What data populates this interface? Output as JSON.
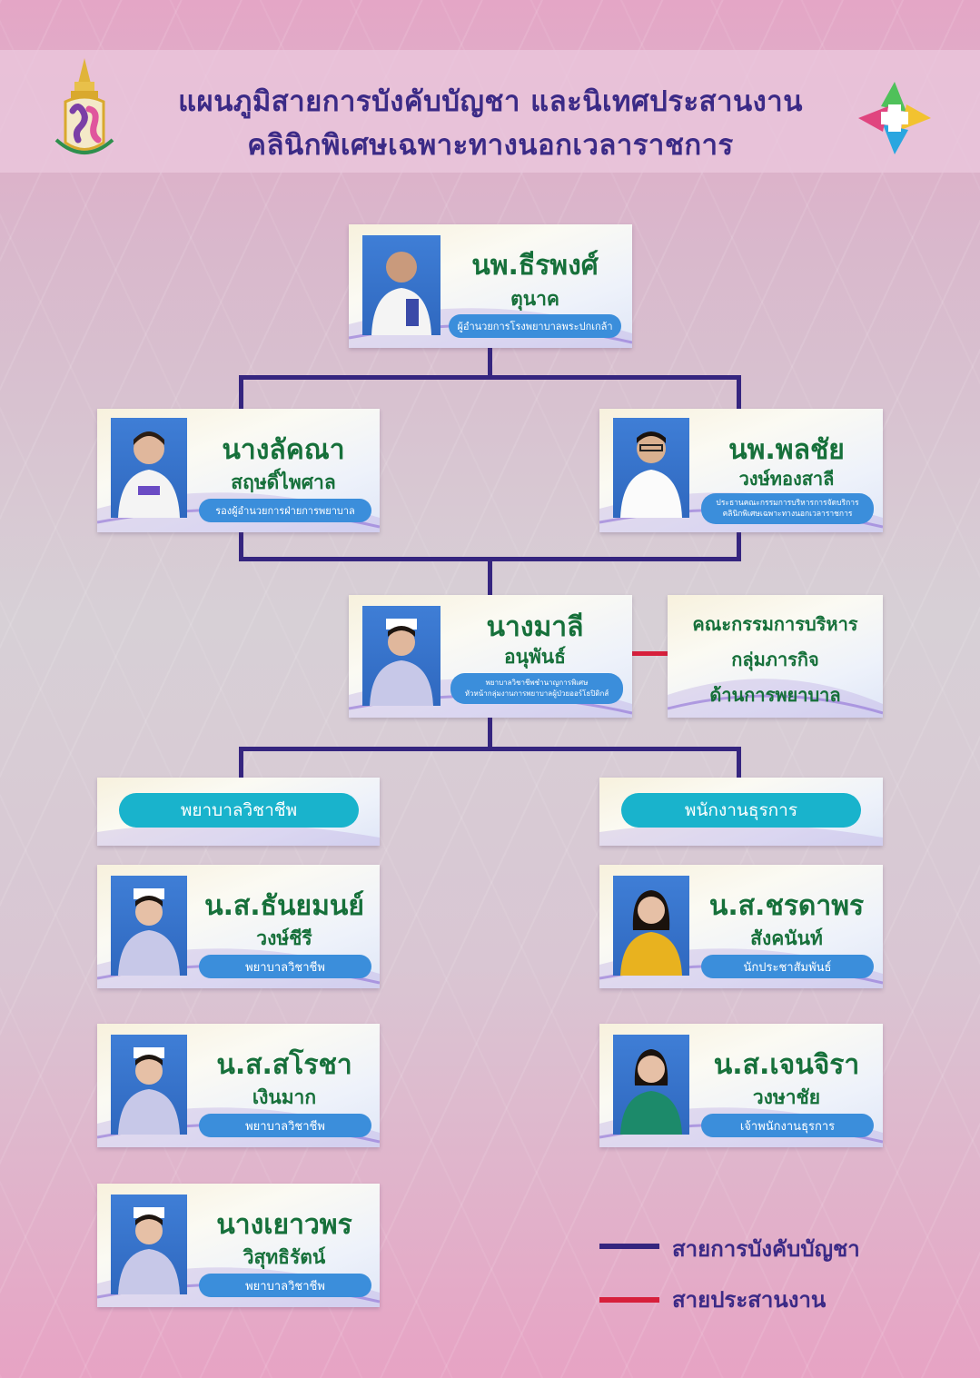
{
  "header": {
    "title_line1": "แผนภูมิสายการบังคับบัญชา และนิเทศประสานงาน",
    "title_line2": "คลินิกพิเศษเฉพาะทางนอกเวลาราชการ"
  },
  "director": {
    "first": "นพ.ธีรพงศ์",
    "last": "ตุนาค",
    "role": "ผู้อำนวยการโรงพยาบาลพระปกเกล้า"
  },
  "deputy_nursing": {
    "first": "นางลัคณา",
    "last": "สฤษดิ์ไพศาล",
    "role": "รองผู้อำนวยการฝ่ายการพยาบาล"
  },
  "committee_chair": {
    "first": "นพ.พลชัย",
    "last": "วงษ์ทองสาลี",
    "role_line1": "ประธานคณะกรรมการบริหารการจัดบริการ",
    "role_line2": "คลินิกพิเศษเฉพาะทางนอกเวลาราชการ"
  },
  "head_nurse": {
    "first": "นางมาลี",
    "last": "อนุพันธ์",
    "role_line1": "พยาบาลวิชาชีพชำนาญการพิเศษ",
    "role_line2": "หัวหน้ากลุ่มงานการพยาบาลผู้ป่วยออร์โธปิดิกส์"
  },
  "committee_box": {
    "line1": "คณะกรรมการบริหาร",
    "line2": "กลุ่มภารกิจ",
    "line3": "ด้านการพยาบาล"
  },
  "sections": {
    "nurses": "พยาบาลวิชาชีพ",
    "staff": "พนักงานธุรการ"
  },
  "nurses": [
    {
      "first": "น.ส.ธันยมนย์",
      "last": "วงษ์ชีรี",
      "role": "พยาบาลวิชาชีพ"
    },
    {
      "first": "น.ส.สโรชา",
      "last": "เงินมาก",
      "role": "พยาบาลวิชาชีพ"
    },
    {
      "first": "นางเยาวพร",
      "last": "วิสุทธิรัตน์",
      "role": "พยาบาลวิชาชีพ"
    }
  ],
  "staff": [
    {
      "first": "น.ส.ชรดาพร",
      "last": "สังคนันท์",
      "role": "นักประชาสัมพันธ์"
    },
    {
      "first": "น.ส.เจนจิรา",
      "last": "วงษาชัย",
      "role": "เจ้าพนักงานธุรการ"
    }
  ],
  "legend": {
    "command_line": "สายการบังคับบัญชา",
    "coordination_line": "สายประสานงาน",
    "command_color": "#35257f",
    "coordination_color": "#d71f3b"
  }
}
